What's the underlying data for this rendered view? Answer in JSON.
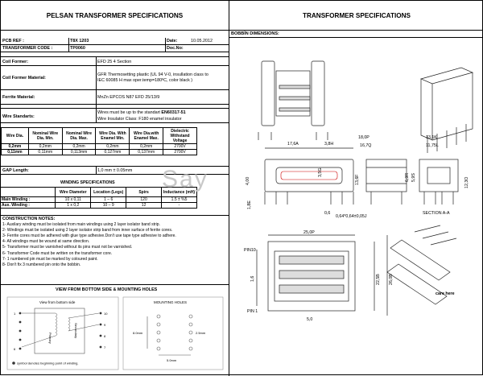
{
  "left_title": "PELSAN TRANSFORMER SPECIFICATIONS",
  "right_title": "TRANSFORMER SPECIFICATIONS",
  "pcb_ref": {
    "label": "PCB REF :",
    "value": "T8X 1203"
  },
  "transformer_code": {
    "label": "TRANSFORMER CODE :",
    "value": "TP0060"
  },
  "date": {
    "label": "Date:",
    "value": "10.05.2012"
  },
  "doc_no": {
    "label": "Doc.No:",
    "value": ""
  },
  "coil_former": {
    "label": "Coil Former:",
    "value": "EFD 25  4 Section"
  },
  "coil_former_material": {
    "label": "Coil Former Material:",
    "line1": "GFR Thermosetting plastic (UL 94 V-0, insullation class to",
    "line2": "IEC 60085 H max oper.temp=180ºC, color black )"
  },
  "ferrite_material": {
    "label": "Ferrite Material:",
    "value": "MnZn EPCOS  N87 EFD 25/13/9"
  },
  "wire_standarts": {
    "label": "Wire Standarts:",
    "line1_a": "Wires must be up to the standart",
    "line1_b": "EN60317-51",
    "line2": "Wire Insulator Class: F180 enamel insulator"
  },
  "wire_table": {
    "headers": [
      "Wire Dia.",
      "Nominal Wire Dia. Min.",
      "Nominal Wire Dia. Max.",
      "Wire Dia. With Enamel Min.",
      "Wire Dia.with Enamel Max.",
      "Dielectric Withstand Voltage"
    ],
    "rows": [
      [
        "0,2mm",
        "0,2mm",
        "0,2mm",
        "0,2mm",
        "0,2mm",
        "2700V"
      ],
      [
        "0,11mm",
        "0,11mm",
        "0,113mm",
        "0,127mm",
        "0,137mm",
        "2700V"
      ]
    ]
  },
  "gap_length": {
    "label": "GAP Length:",
    "value": "1,0 mm ± 0.05mm"
  },
  "winding": {
    "title": "WINDING SPECIFICATIONS",
    "headers": [
      "",
      "Wire Diameter",
      "Location (Legs)",
      "Spirs",
      "Inductance (mH)"
    ],
    "rows": [
      [
        "Main Winding :",
        "10 x 0,11",
        "1 – 6",
        "120",
        "1.5 ± %5"
      ],
      [
        "Aux. Winding :",
        "1 x 0,2",
        "10 – 9",
        "12",
        "-"
      ]
    ]
  },
  "construction": {
    "title": "CONSTRUCTION NOTES:",
    "notes": [
      "1- Auxilary winding must be isolated from main windings using 2 layer isolator band strip.",
      "2- Windings must be isolated using 2 layer isolator strip band from inner surface of ferrite cores.",
      "3- Ferrite cores must be adhered with glue type adhesive.Don't use tape type adhesive  to adhere.",
      "4- All windings must be wound at same direction.",
      "5- Transformer must be varnished without its pins must not be varnished.",
      "6- Transformer Code must be written  on the transformer core.",
      "7- 1 numbered pin must be marked by coloured paint.",
      "8- Don't fix 3 numbered pin onto the bobbin."
    ]
  },
  "bottom_view": {
    "title": "VIEW FROM BOTTOM SIDE & MOUNTING HOLES",
    "left_caption": "View from bottom side",
    "right_caption": "MOUNTING HOLES",
    "symbol_note": "symbol denotes beginning point of winding.",
    "labels": [
      "Primary",
      "Secondary"
    ],
    "pins_left": [
      "1",
      "",
      "",
      "",
      "",
      "6"
    ],
    "pins_right": [
      "10",
      "9",
      "8",
      "7"
    ],
    "dims": [
      "8.0mm",
      "5.0mm",
      "2.5mm"
    ]
  },
  "bobbin": {
    "title": "BOBBİN DIMENSIONS:",
    "dims_a": [
      "17,6A",
      "3,8H",
      "18,0P",
      "16,7Q",
      "13,1K",
      "11,75L",
      "4,00",
      "6,9R",
      "5,9S",
      "12,3O",
      "3,5G",
      "13,6F",
      "1,8E",
      "0,6",
      "0,64*0,64±0,05J"
    ],
    "section": "SECTION A-A",
    "bottom_dims": [
      "25,0P",
      "PIN10",
      "1,6",
      "22,5B",
      "26,0B",
      "PIN 1",
      "5,0"
    ],
    "care": "care here"
  },
  "watermark": "Say"
}
